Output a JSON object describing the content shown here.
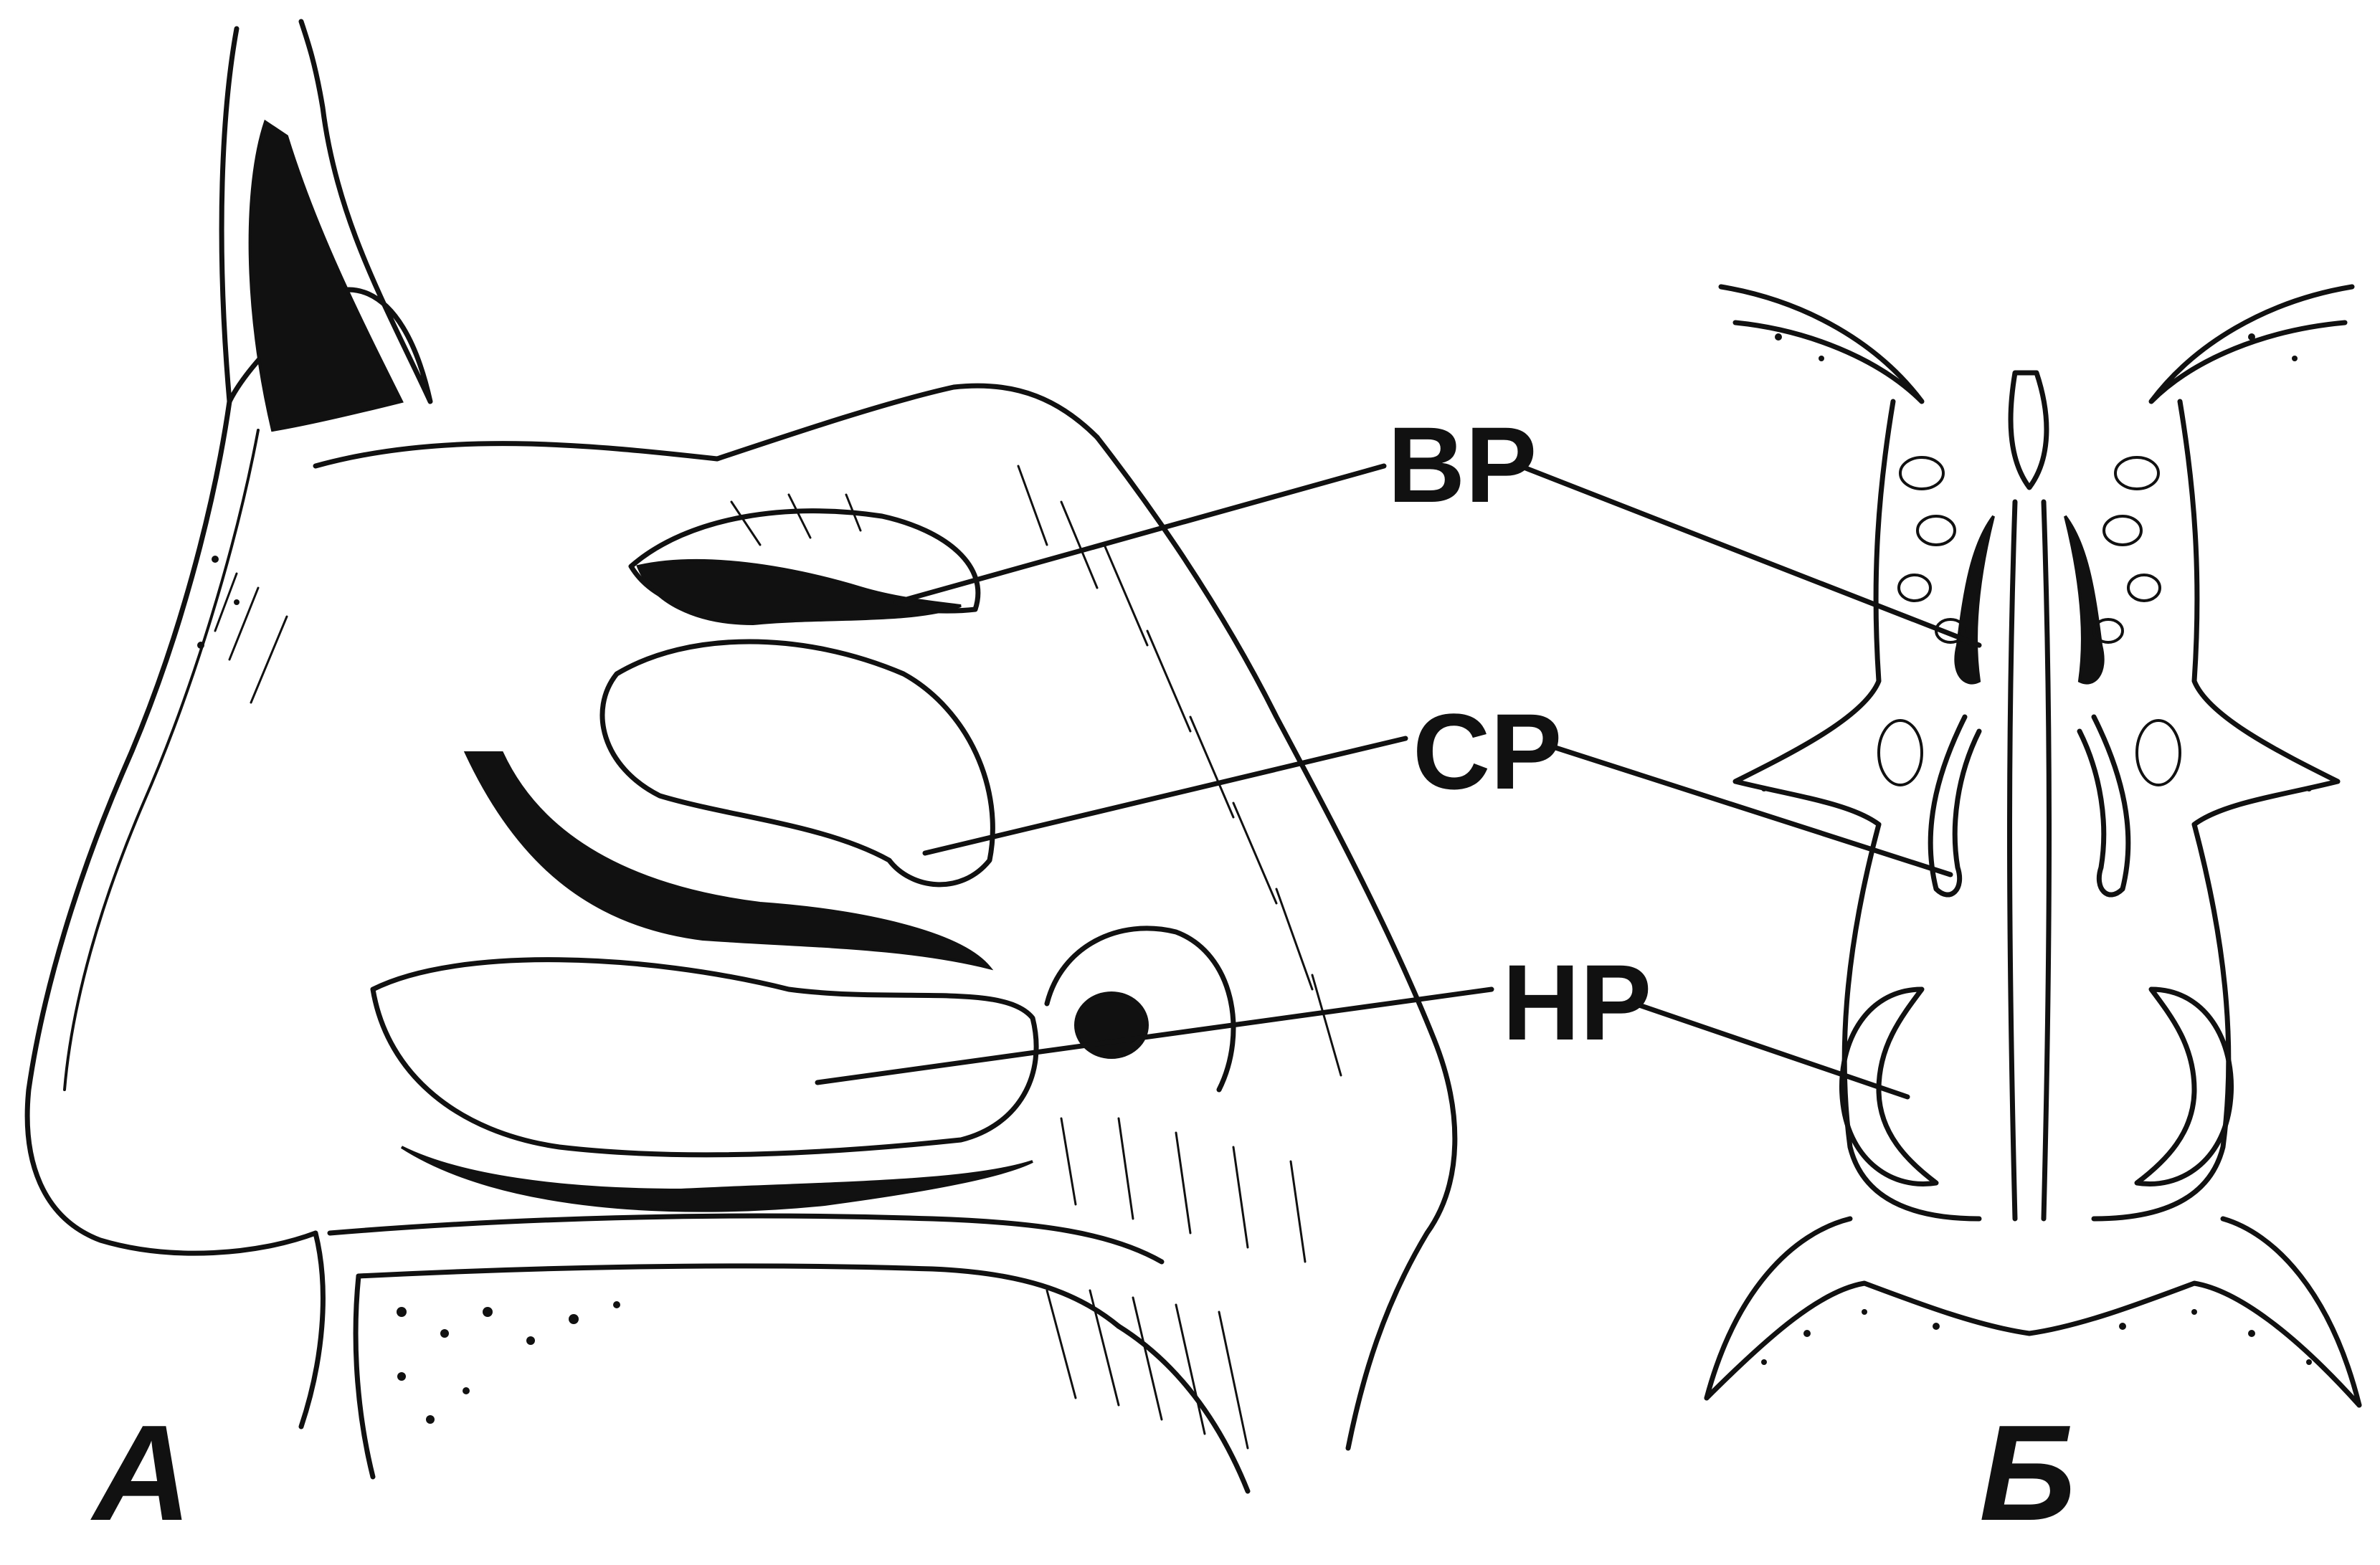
{
  "labels": {
    "upper": "ВР",
    "middle": "СР",
    "lower": "НР"
  },
  "panels": {
    "left": "А",
    "right": "Б"
  },
  "colors": {
    "ink": "#111111",
    "paper": "#ffffff"
  }
}
